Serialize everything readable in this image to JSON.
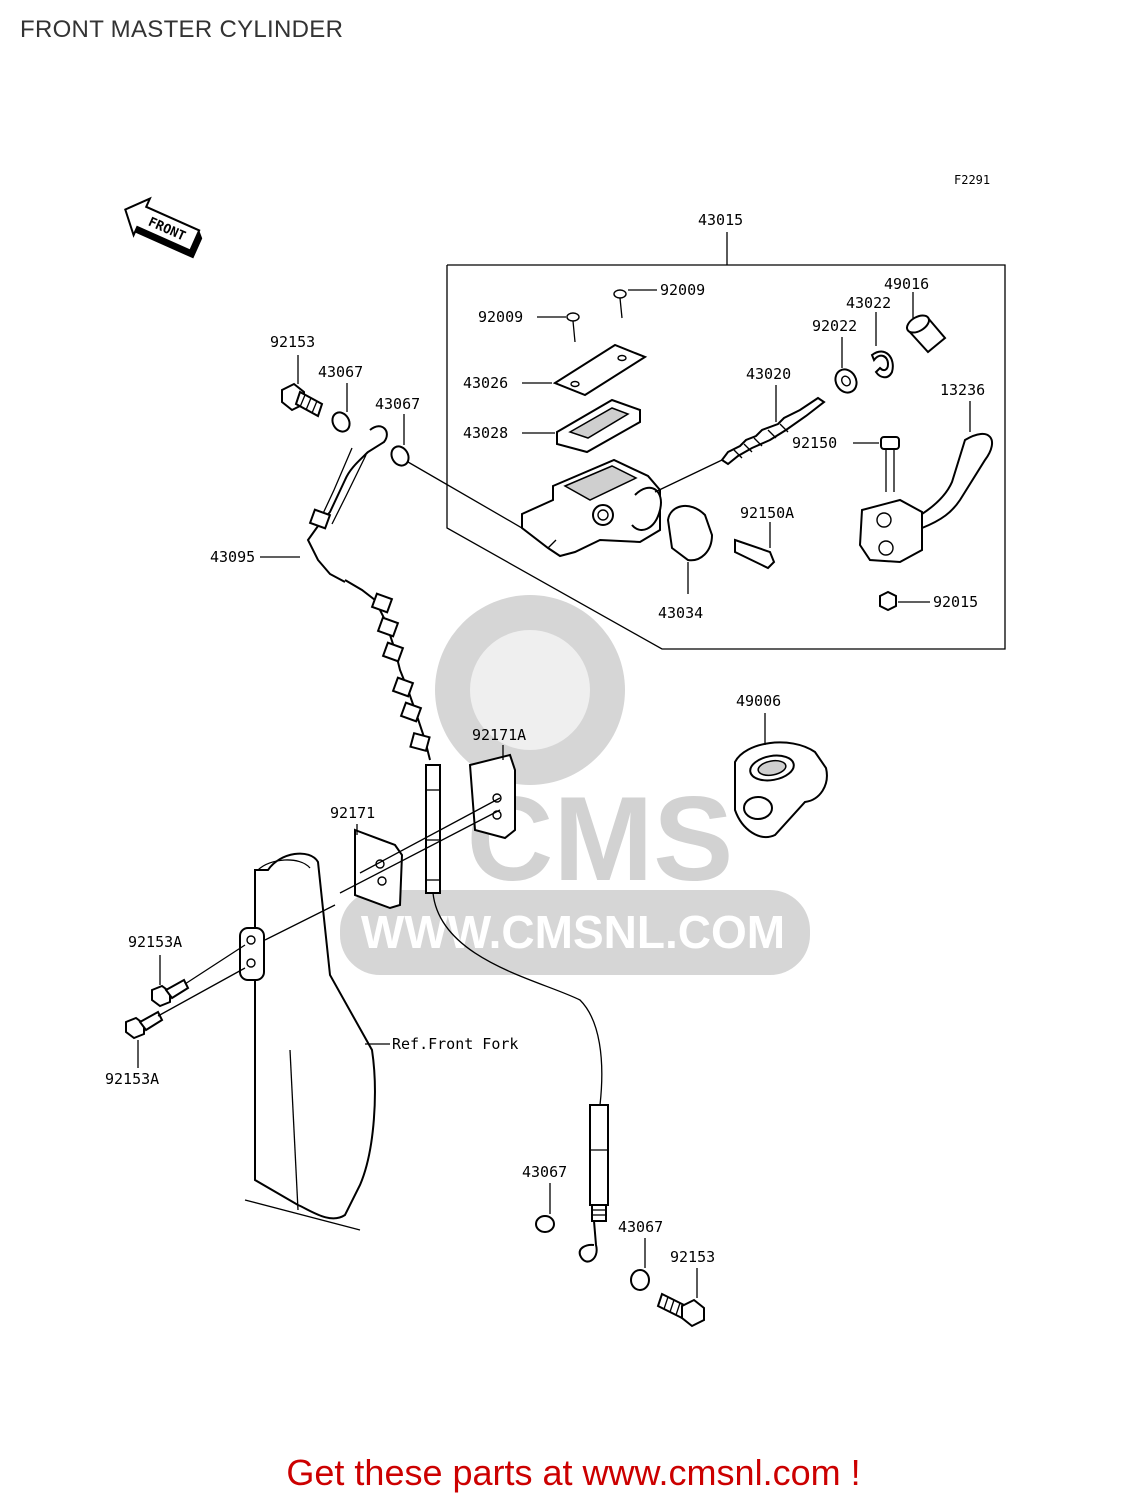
{
  "page_title": "FRONT MASTER CYLINDER",
  "figure_code": "F2291",
  "front_arrow_text": "FRONT",
  "watermark": {
    "brand": "CMS",
    "url": "WWW.CMSNL.COM"
  },
  "labels": {
    "p43015": "43015",
    "p92009a": "92009",
    "p92009b": "92009",
    "p49016": "49016",
    "p43022": "43022",
    "p92022": "92022",
    "p92153_top": "92153",
    "p43067_a": "43067",
    "p43067_b": "43067",
    "p43026": "43026",
    "p43020": "43020",
    "p13236": "13236",
    "p43028": "43028",
    "p92150": "92150",
    "p92150A": "92150A",
    "p43095": "43095",
    "p43034": "43034",
    "p92015": "92015",
    "p49006": "49006",
    "p92171A": "92171A",
    "p92171": "92171",
    "p92153A_a": "92153A",
    "p92153A_b": "92153A",
    "ref_front_fork": "Ref.Front Fork",
    "p43067_c": "43067",
    "p43067_d": "43067",
    "p92153_bottom": "92153"
  },
  "cta_text": "Get these parts at www.cmsnl.com !"
}
